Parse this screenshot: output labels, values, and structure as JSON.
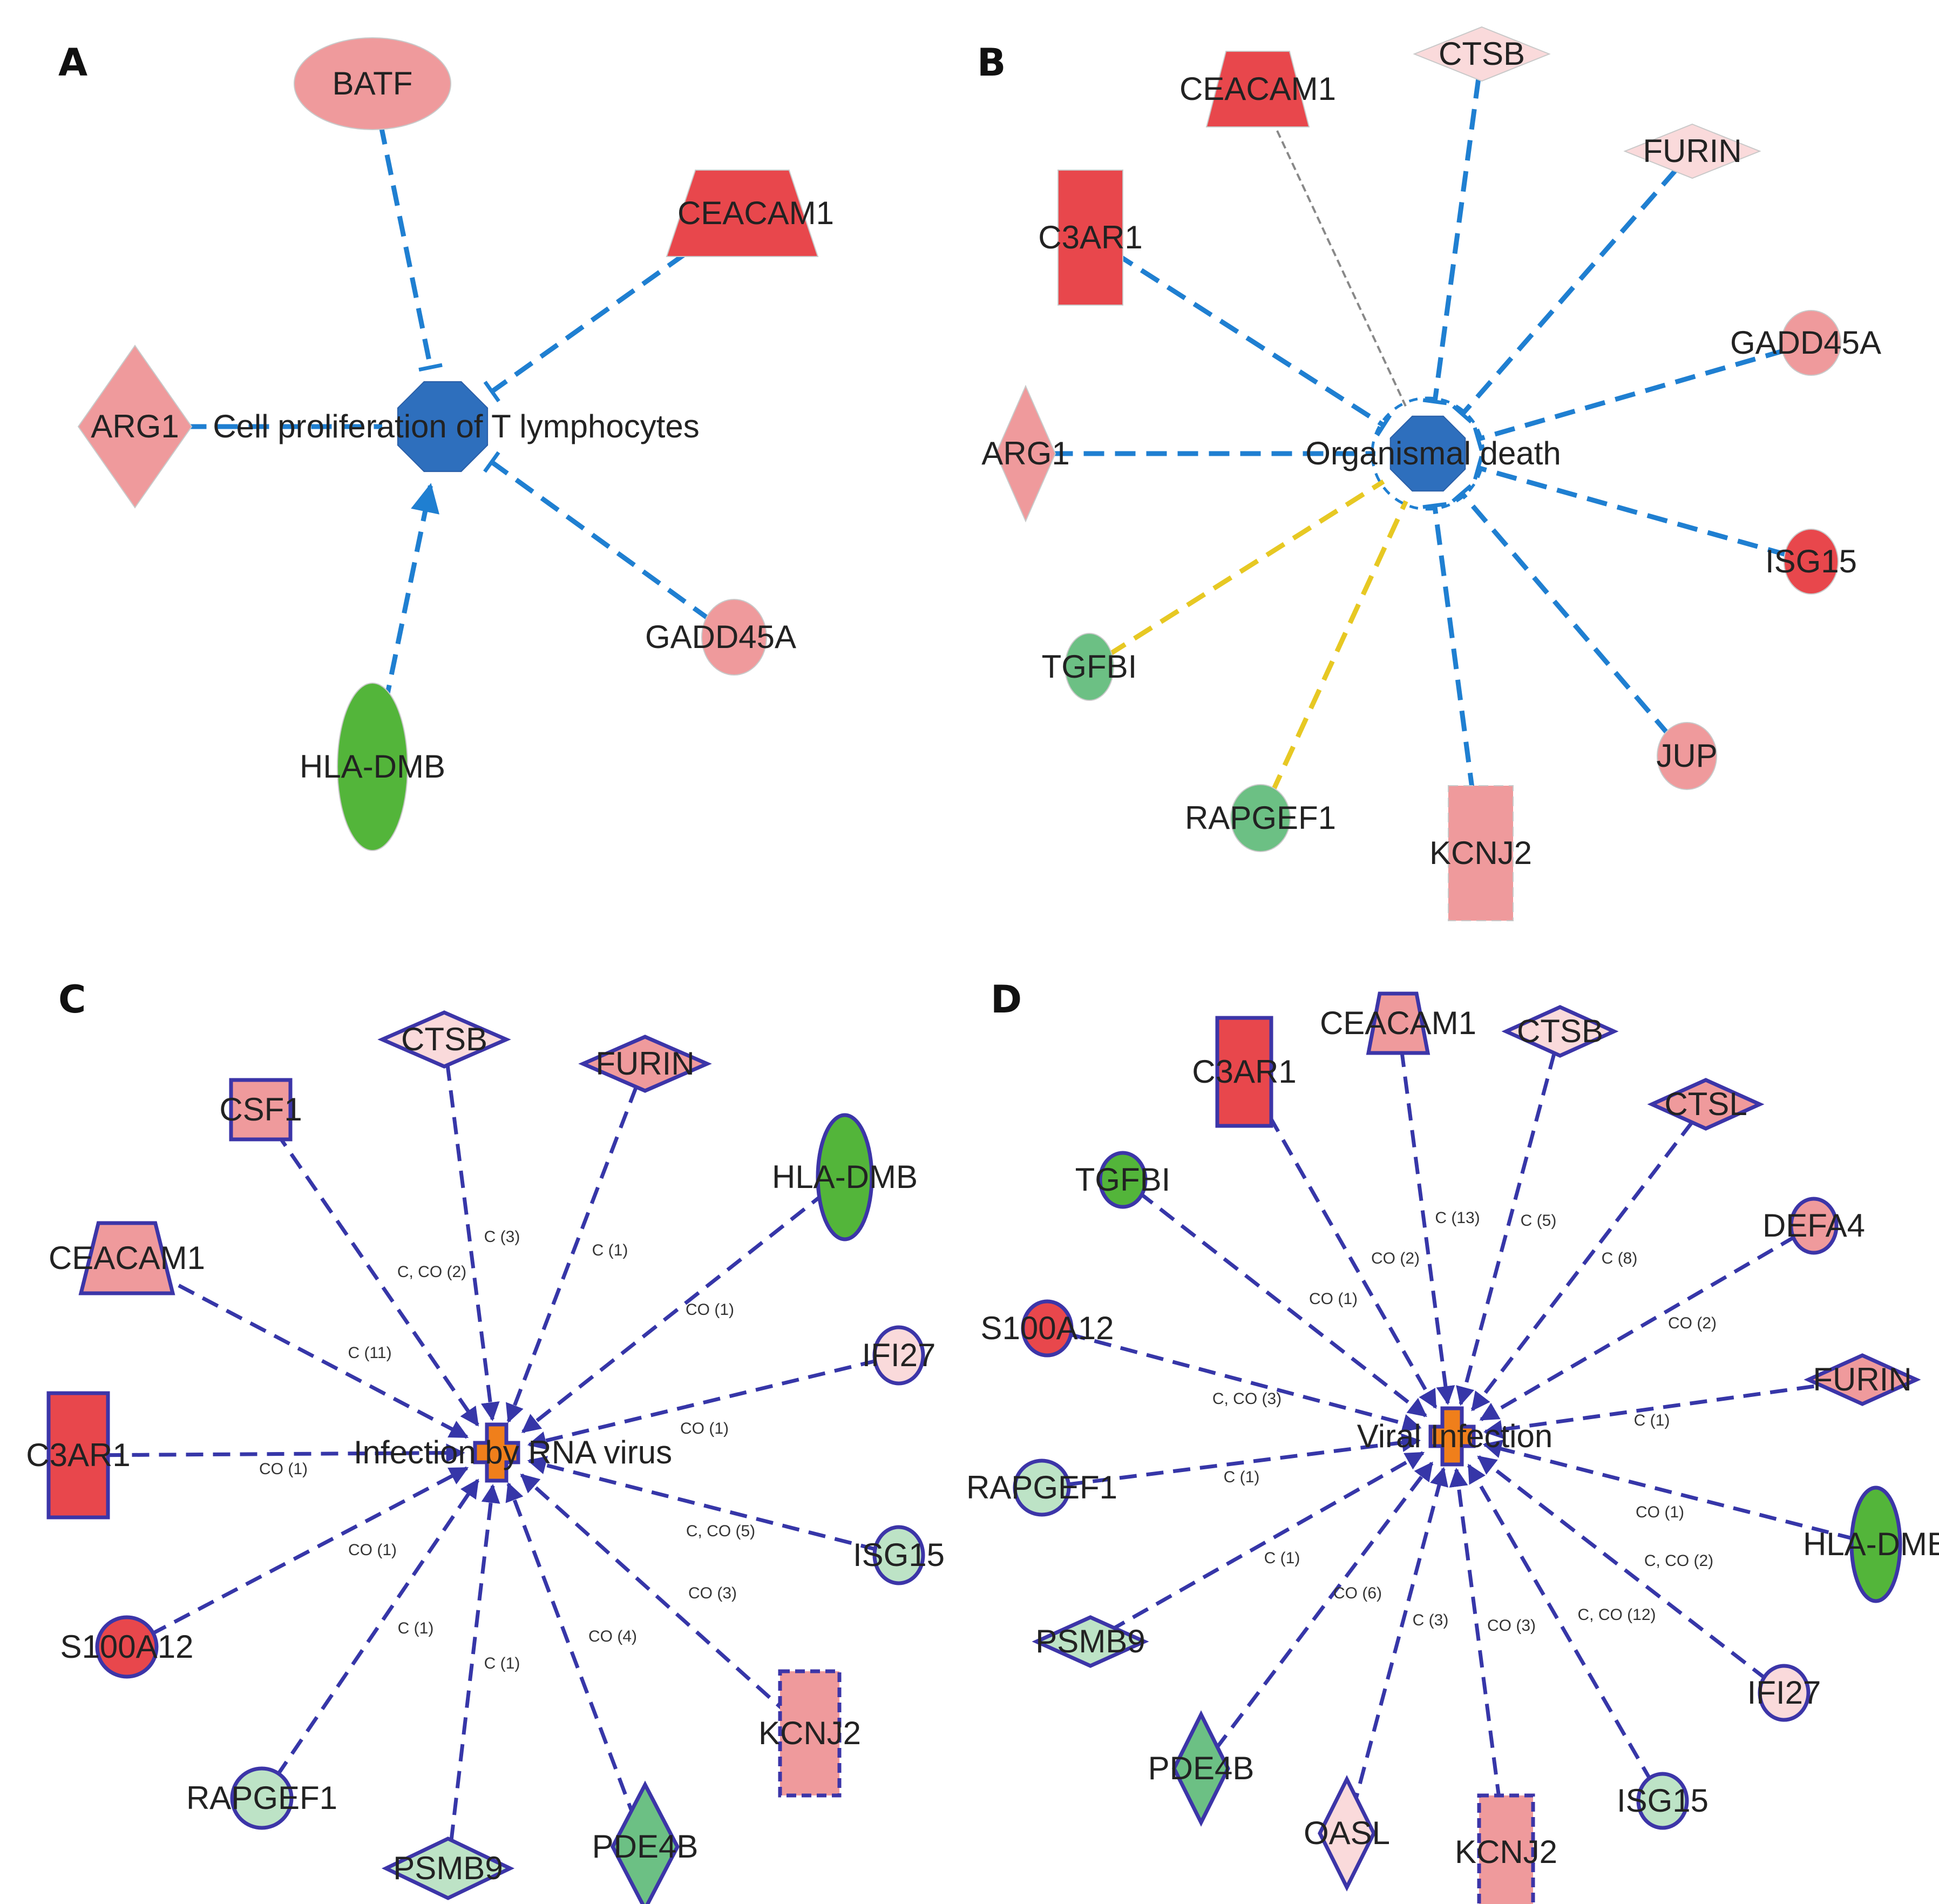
{
  "colors": {
    "blue_edge": "#1f7fd1",
    "indigo_edge": "#3636a8",
    "yellow_edge": "#e7c823",
    "gray_edge": "#888888",
    "hub_blue": "#2e6fbd",
    "hub_orange": "#f07f1b",
    "red": "#e8474c",
    "pink": "#ef9a9c",
    "lightpink": "#fadadb",
    "green": "#53b53a",
    "lightgreen": "#bde3c6",
    "midgreen": "#6cc084",
    "node_outline": "#3c35a8"
  },
  "panels": [
    {
      "id": "A",
      "label": "A",
      "hub": {
        "label": "Cell proliferation of T lymphocytes",
        "shape": "octagon",
        "fill": "hub_blue"
      },
      "nodes": [
        {
          "id": "BATF",
          "label": "BATF",
          "shape": "ellipse",
          "fill": "pink"
        },
        {
          "id": "CEACAM1",
          "label": "CEACAM1",
          "shape": "trapezoid",
          "fill": "red"
        },
        {
          "id": "ARG1",
          "label": "ARG1",
          "shape": "diamond",
          "fill": "pink"
        },
        {
          "id": "GADD45A",
          "label": "GADD45A",
          "shape": "circle",
          "fill": "pink"
        },
        {
          "id": "HLA-DMB",
          "label": "HLA-DMB",
          "shape": "ellipse",
          "fill": "green"
        }
      ],
      "edges": [
        {
          "from": "BATF",
          "style": "blue",
          "end": "bar"
        },
        {
          "from": "CEACAM1",
          "style": "blue",
          "end": "bar"
        },
        {
          "from": "ARG1",
          "style": "blue",
          "end": "none"
        },
        {
          "from": "GADD45A",
          "style": "blue",
          "end": "bar"
        },
        {
          "from": "HLA-DMB",
          "style": "blue",
          "end": "arrow"
        }
      ]
    },
    {
      "id": "B",
      "label": "B",
      "hub": {
        "label": "Organismal death",
        "shape": "octagon",
        "fill": "hub_blue"
      },
      "nodes": [
        {
          "id": "CEACAM1",
          "label": "CEACAM1",
          "shape": "trapezoid",
          "fill": "red"
        },
        {
          "id": "CTSB",
          "label": "CTSB",
          "shape": "diamond",
          "fill": "lightpink"
        },
        {
          "id": "FURIN",
          "label": "FURIN",
          "shape": "diamond",
          "fill": "lightpink"
        },
        {
          "id": "C3AR1",
          "label": "C3AR1",
          "shape": "rect",
          "fill": "red"
        },
        {
          "id": "GADD45A",
          "label": "GADD45A",
          "shape": "circle",
          "fill": "pink"
        },
        {
          "id": "ARG1",
          "label": "ARG1",
          "shape": "diamond",
          "fill": "pink"
        },
        {
          "id": "ISG15",
          "label": "ISG15",
          "shape": "circle",
          "fill": "red"
        },
        {
          "id": "TGFBI",
          "label": "TGFBI",
          "shape": "circle",
          "fill": "midgreen"
        },
        {
          "id": "JUP",
          "label": "JUP",
          "shape": "circle",
          "fill": "pink"
        },
        {
          "id": "RAPGEF1",
          "label": "RAPGEF1",
          "shape": "circle",
          "fill": "midgreen"
        },
        {
          "id": "KCNJ2",
          "label": "KCNJ2",
          "shape": "rect",
          "fill": "pink",
          "dashed": true
        }
      ],
      "edges": [
        {
          "from": "CEACAM1",
          "style": "gray",
          "end": "none"
        },
        {
          "from": "CTSB",
          "style": "blue",
          "end": "bar"
        },
        {
          "from": "FURIN",
          "style": "blue",
          "end": "bar"
        },
        {
          "from": "C3AR1",
          "style": "blue",
          "end": "bar"
        },
        {
          "from": "GADD45A",
          "style": "blue",
          "end": "bar"
        },
        {
          "from": "ARG1",
          "style": "blue",
          "end": "none"
        },
        {
          "from": "ISG15",
          "style": "blue",
          "end": "bar"
        },
        {
          "from": "TGFBI",
          "style": "yellow",
          "end": "none"
        },
        {
          "from": "JUP",
          "style": "blue",
          "end": "bar"
        },
        {
          "from": "RAPGEF1",
          "style": "yellow",
          "end": "none"
        },
        {
          "from": "KCNJ2",
          "style": "blue",
          "end": "bar"
        }
      ]
    },
    {
      "id": "C",
      "label": "C",
      "hub": {
        "label": "Infection by RNA virus",
        "shape": "cross",
        "fill": "hub_orange"
      },
      "nodes": [
        {
          "id": "CTSB",
          "label": "CTSB",
          "shape": "diamond",
          "fill": "lightpink",
          "outlined": true
        },
        {
          "id": "FURIN",
          "label": "FURIN",
          "shape": "diamond",
          "fill": "pink",
          "outlined": true
        },
        {
          "id": "CSF1",
          "label": "CSF1",
          "shape": "square",
          "fill": "pink",
          "outlined": true
        },
        {
          "id": "HLA-DMB",
          "label": "HLA-DMB",
          "shape": "ellipse",
          "fill": "green",
          "outlined": true
        },
        {
          "id": "CEACAM1",
          "label": "CEACAM1",
          "shape": "trapezoid",
          "fill": "pink",
          "outlined": true
        },
        {
          "id": "IFI27",
          "label": "IFI27",
          "shape": "circle",
          "fill": "lightpink",
          "outlined": true
        },
        {
          "id": "C3AR1",
          "label": "C3AR1",
          "shape": "rect",
          "fill": "red",
          "outlined": true
        },
        {
          "id": "ISG15",
          "label": "ISG15",
          "shape": "circle",
          "fill": "lightgreen",
          "outlined": true
        },
        {
          "id": "S100A12",
          "label": "S100A12",
          "shape": "circle",
          "fill": "red",
          "outlined": true
        },
        {
          "id": "KCNJ2",
          "label": "KCNJ2",
          "shape": "rect",
          "fill": "pink",
          "outlined": true,
          "dashed": true
        },
        {
          "id": "RAPGEF1",
          "label": "RAPGEF1",
          "shape": "circle",
          "fill": "lightgreen",
          "outlined": true
        },
        {
          "id": "PSMB9",
          "label": "PSMB9",
          "shape": "diamond",
          "fill": "lightgreen",
          "outlined": true
        },
        {
          "id": "PDE4B",
          "label": "PDE4B",
          "shape": "diamond",
          "fill": "midgreen",
          "outlined": true
        }
      ],
      "edges": [
        {
          "from": "CTSB",
          "label": "C (3)"
        },
        {
          "from": "FURIN",
          "label": "C (1)"
        },
        {
          "from": "CSF1",
          "label": "C, CO (2)"
        },
        {
          "from": "HLA-DMB",
          "label": "CO (1)"
        },
        {
          "from": "CEACAM1",
          "label": "C (11)"
        },
        {
          "from": "IFI27",
          "label": "CO (1)"
        },
        {
          "from": "C3AR1",
          "label": "CO (1)"
        },
        {
          "from": "ISG15",
          "label": "C, CO (5)"
        },
        {
          "from": "S100A12",
          "label": "CO (1)"
        },
        {
          "from": "KCNJ2",
          "label": "CO (3)"
        },
        {
          "from": "RAPGEF1",
          "label": "C (1)"
        },
        {
          "from": "PSMB9",
          "label": "C (1)"
        },
        {
          "from": "PDE4B",
          "label": "CO (4)"
        }
      ]
    },
    {
      "id": "D",
      "label": "D",
      "hub": {
        "label": "Viral Infection",
        "shape": "cross",
        "fill": "hub_orange"
      },
      "nodes": [
        {
          "id": "C3AR1",
          "label": "C3AR1",
          "shape": "rect",
          "fill": "red",
          "outlined": true
        },
        {
          "id": "CEACAM1",
          "label": "CEACAM1",
          "shape": "trapezoid",
          "fill": "pink",
          "outlined": true
        },
        {
          "id": "CTSB",
          "label": "CTSB",
          "shape": "diamond",
          "fill": "lightpink",
          "outlined": true
        },
        {
          "id": "CTSL",
          "label": "CTSL",
          "shape": "diamond",
          "fill": "pink",
          "outlined": true
        },
        {
          "id": "TGFBI",
          "label": "TGFBI",
          "shape": "circle",
          "fill": "green",
          "outlined": true
        },
        {
          "id": "DEFA4",
          "label": "DEFA4",
          "shape": "circle",
          "fill": "pink",
          "outlined": true
        },
        {
          "id": "S100A12",
          "label": "S100A12",
          "shape": "circle",
          "fill": "red",
          "outlined": true
        },
        {
          "id": "FURIN",
          "label": "FURIN",
          "shape": "diamond",
          "fill": "pink",
          "outlined": true
        },
        {
          "id": "RAPGEF1",
          "label": "RAPGEF1",
          "shape": "circle",
          "fill": "lightgreen",
          "outlined": true
        },
        {
          "id": "HLA-DMB",
          "label": "HLA-DMB",
          "shape": "ellipse",
          "fill": "green",
          "outlined": true
        },
        {
          "id": "PSMB9",
          "label": "PSMB9",
          "shape": "diamond",
          "fill": "lightgreen",
          "outlined": true
        },
        {
          "id": "IFI27",
          "label": "IFI27",
          "shape": "circle",
          "fill": "lightpink",
          "outlined": true
        },
        {
          "id": "PDE4B",
          "label": "PDE4B",
          "shape": "diamond",
          "fill": "midgreen",
          "outlined": true
        },
        {
          "id": "OASL",
          "label": "OASL",
          "shape": "diamond",
          "fill": "lightpink",
          "outlined": true
        },
        {
          "id": "KCNJ2",
          "label": "KCNJ2",
          "shape": "rect",
          "fill": "pink",
          "outlined": true,
          "dashed": true
        },
        {
          "id": "ISG15",
          "label": "ISG15",
          "shape": "circle",
          "fill": "lightgreen",
          "outlined": true
        }
      ],
      "edges": [
        {
          "from": "C3AR1",
          "label": "CO (2)"
        },
        {
          "from": "CEACAM1",
          "label": "C (13)"
        },
        {
          "from": "CTSB",
          "label": "C (5)"
        },
        {
          "from": "CTSL",
          "label": "C (8)"
        },
        {
          "from": "TGFBI",
          "label": "CO (1)"
        },
        {
          "from": "DEFA4",
          "label": "CO (2)"
        },
        {
          "from": "S100A12",
          "label": "C, CO (3)"
        },
        {
          "from": "FURIN",
          "label": "C (1)"
        },
        {
          "from": "RAPGEF1",
          "label": "C (1)"
        },
        {
          "from": "HLA-DMB",
          "label": "CO (1)"
        },
        {
          "from": "PSMB9",
          "label": "C (1)"
        },
        {
          "from": "IFI27",
          "label": "C, CO (2)"
        },
        {
          "from": "PDE4B",
          "label": "CO (6)"
        },
        {
          "from": "OASL",
          "label": "C (3)"
        },
        {
          "from": "KCNJ2",
          "label": "CO (3)"
        },
        {
          "from": "ISG15",
          "label": "C, CO (12)"
        }
      ]
    }
  ]
}
